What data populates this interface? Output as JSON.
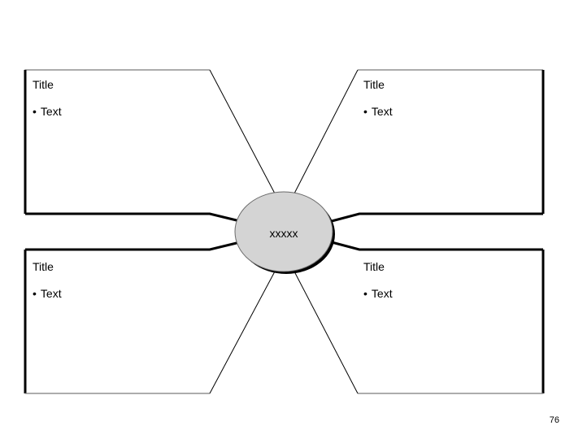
{
  "center": {
    "label": "xxxxx",
    "fill": "#d4d4d4"
  },
  "boxes": [
    {
      "title": "Title",
      "bullet": "•",
      "text": "Text"
    },
    {
      "title": "Title",
      "bullet": "•",
      "text": "Text"
    },
    {
      "title": "Title",
      "bullet": "•",
      "text": "Text"
    },
    {
      "title": "Title",
      "bullet": "•",
      "text": "Text"
    }
  ],
  "page_number": "76"
}
